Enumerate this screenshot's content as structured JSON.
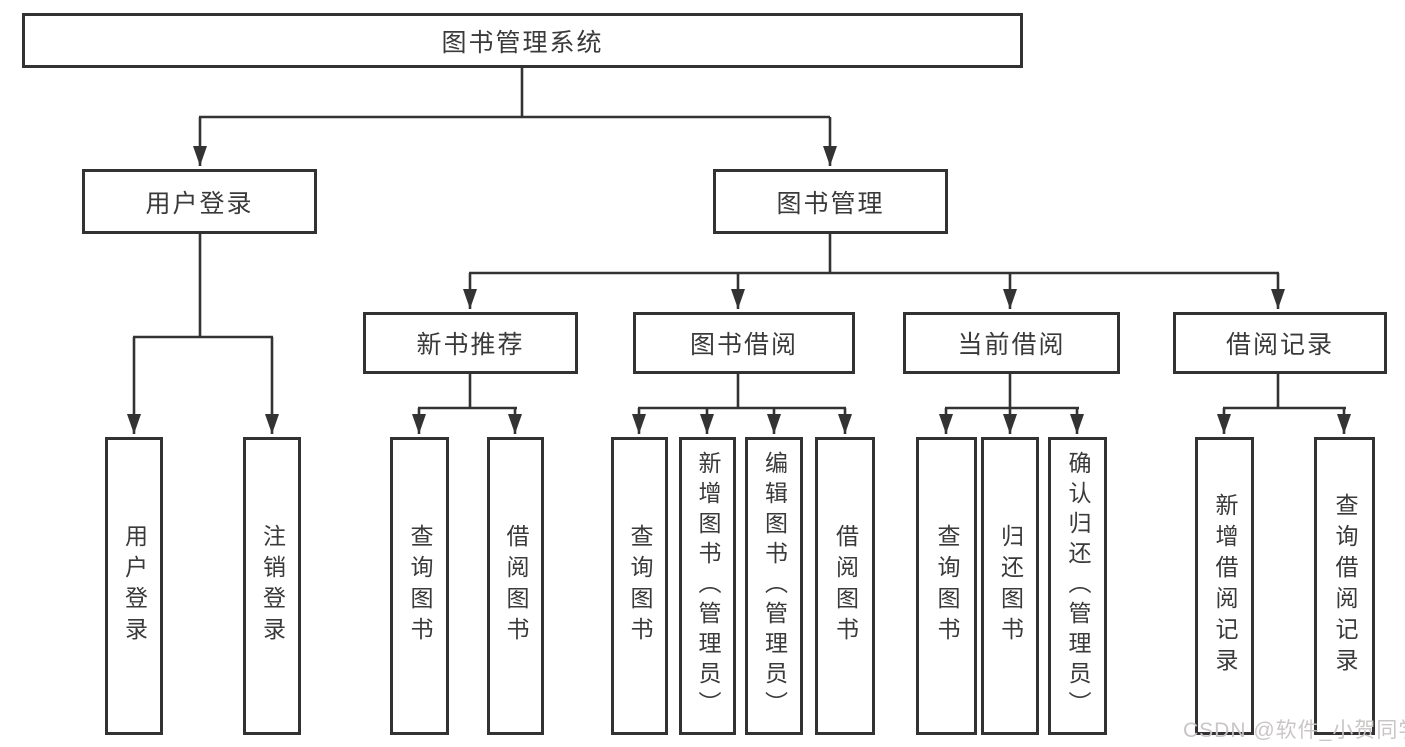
{
  "tree": {
    "label": "图书管理系统",
    "children": [
      {
        "label": "用户登录",
        "children": [
          {
            "label": "用户登录"
          },
          {
            "label": "注销登录"
          }
        ]
      },
      {
        "label": "图书管理",
        "children": [
          {
            "label": "新书推荐",
            "children": [
              {
                "label": "查询图书"
              },
              {
                "label": "借阅图书"
              }
            ]
          },
          {
            "label": "图书借阅",
            "children": [
              {
                "label": "查询图书"
              },
              {
                "label": "新增图书（管理员）"
              },
              {
                "label": "编辑图书（管理员）"
              },
              {
                "label": "借阅图书"
              }
            ]
          },
          {
            "label": "当前借阅",
            "children": [
              {
                "label": "查询图书"
              },
              {
                "label": "归还图书"
              },
              {
                "label": "确认归还（管理员）"
              }
            ]
          },
          {
            "label": "借阅记录",
            "children": [
              {
                "label": "新增借阅记录"
              },
              {
                "label": "查询借阅记录"
              }
            ]
          }
        ]
      }
    ]
  },
  "watermark": {
    "text": "CSDN @软件_小贺同学",
    "color": "#c9c5c5"
  },
  "style": {
    "line_color": "#333333",
    "box_fill": "#ffffff",
    "border_color": "#323232"
  }
}
